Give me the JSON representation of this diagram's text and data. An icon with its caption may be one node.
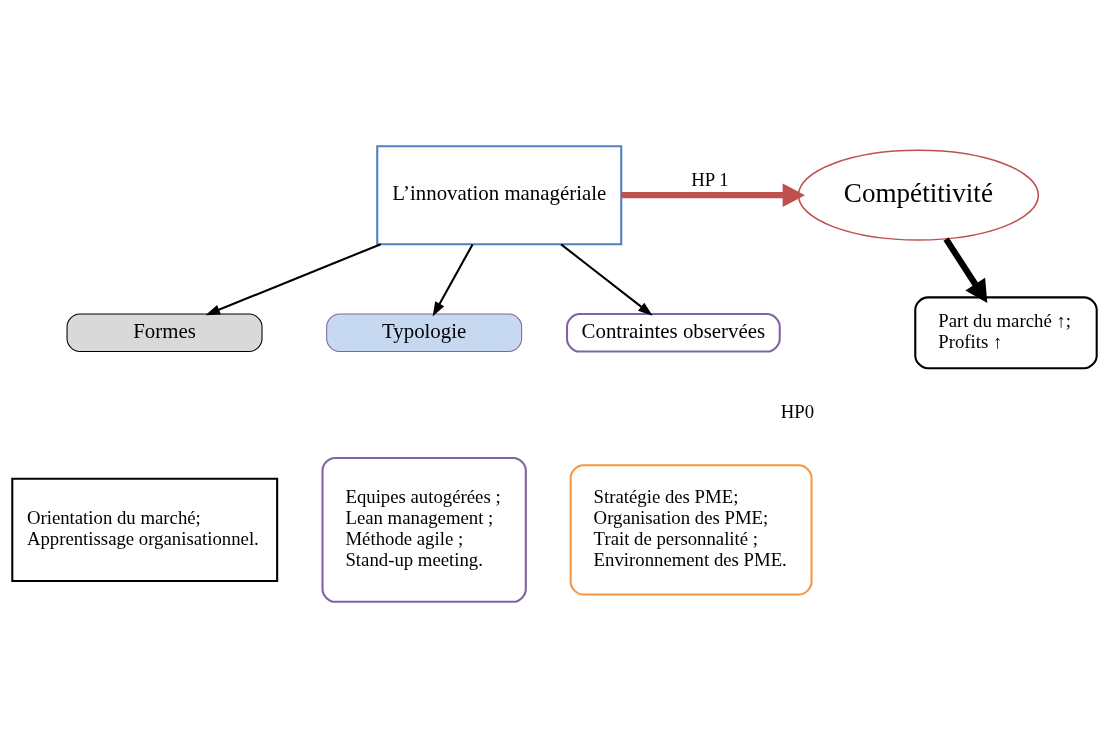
{
  "diagram": {
    "nodes": [
      {
        "text": [
          "L’innovation managériale"
        ]
      },
      {
        "text": [
          "Compétitivité"
        ]
      },
      {
        "text": [
          "Part du marché ↑;",
          "Profits ↑"
        ]
      },
      {
        "text": [
          "Formes"
        ]
      },
      {
        "text": [
          "Orientation du marché;",
          "Apprentissage organisationnel."
        ]
      },
      {
        "text": [
          "Typologie"
        ]
      },
      {
        "text": [
          "Equipes autogérées ;",
          "Lean management ;",
          "Méthode agile ;",
          "Stand-up meeting."
        ]
      },
      {
        "text": [
          "Contraintes observées"
        ]
      },
      {
        "text": [
          "Stratégie des PME;",
          "Organisation des PME;",
          "Trait de personnalité ;",
          "Environnement des PME."
        ]
      }
    ],
    "edges": [
      {
        "from": 0,
        "to": 1,
        "arrow": "to",
        "label": "HP 1",
        "style": "thick",
        "color": "#c0504d"
      },
      {
        "from": 1,
        "to": 2,
        "arrow": "to",
        "style": "thick"
      },
      {
        "from": 0,
        "to": 3,
        "arrow": "to"
      },
      {
        "from": 0,
        "to": 5,
        "arrow": "to"
      },
      {
        "from": 0,
        "to": 7,
        "arrow": "to"
      }
    ],
    "labels": [
      "HP0"
    ]
  }
}
